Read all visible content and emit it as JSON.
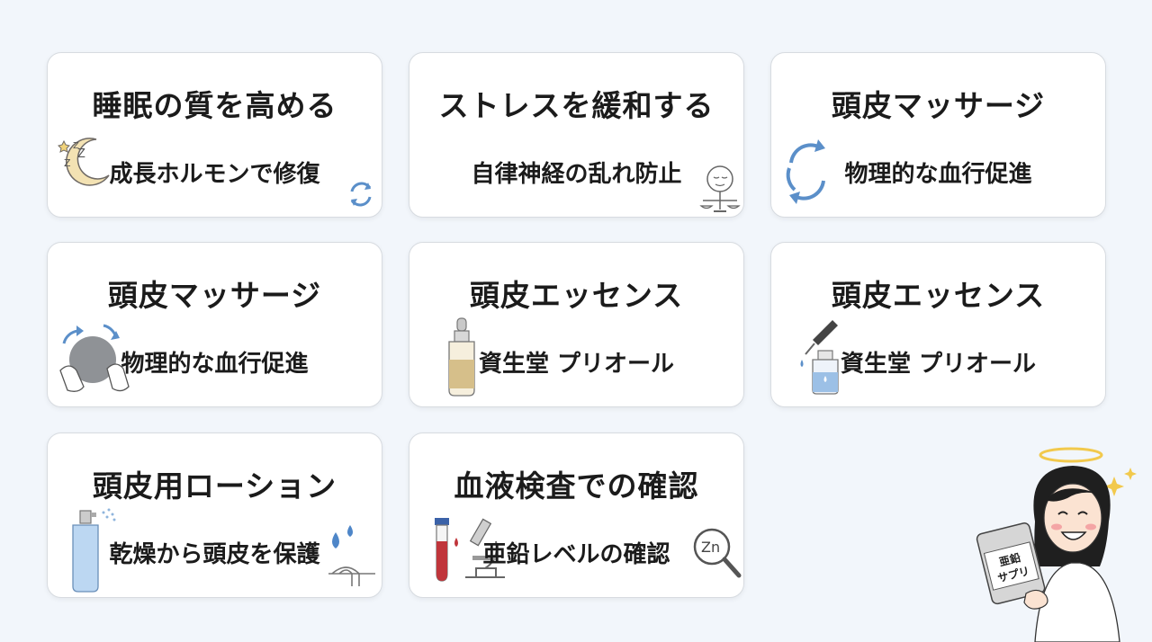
{
  "cards": [
    {
      "title": "睡眠の質を高める",
      "subtitle": "成長ホルモンで修復",
      "icon": "moon-icon"
    },
    {
      "title": "ストレスを緩和する",
      "subtitle": "自律神経の乱れ防止",
      "icon": "balance-face-icon"
    },
    {
      "title": "頭皮マッサージ",
      "subtitle": "物理的な血行促進",
      "icon": "circulation-arrows-icon"
    },
    {
      "title": "頭皮マッサージ",
      "subtitle": "物理的な血行促進",
      "icon": "head-massage-icon"
    },
    {
      "title": "頭皮エッセンス",
      "subtitle": "資生堂 プリオール",
      "icon": "essence-bottle-icon"
    },
    {
      "title": "頭皮エッセンス",
      "subtitle": "資生堂 プリオール",
      "icon": "dropper-bottle-icon"
    },
    {
      "title": "頭皮用ローション",
      "subtitle": "乾燥から頭皮を保護",
      "icon": "spray-bottle-icon"
    },
    {
      "title": "血液検査での確認",
      "subtitle": "亜鉛レベルの確認",
      "icon": "blood-test-icon"
    }
  ],
  "mascot": {
    "package_label_line1": "亜鉛",
    "package_label_line2": "サプリ"
  }
}
